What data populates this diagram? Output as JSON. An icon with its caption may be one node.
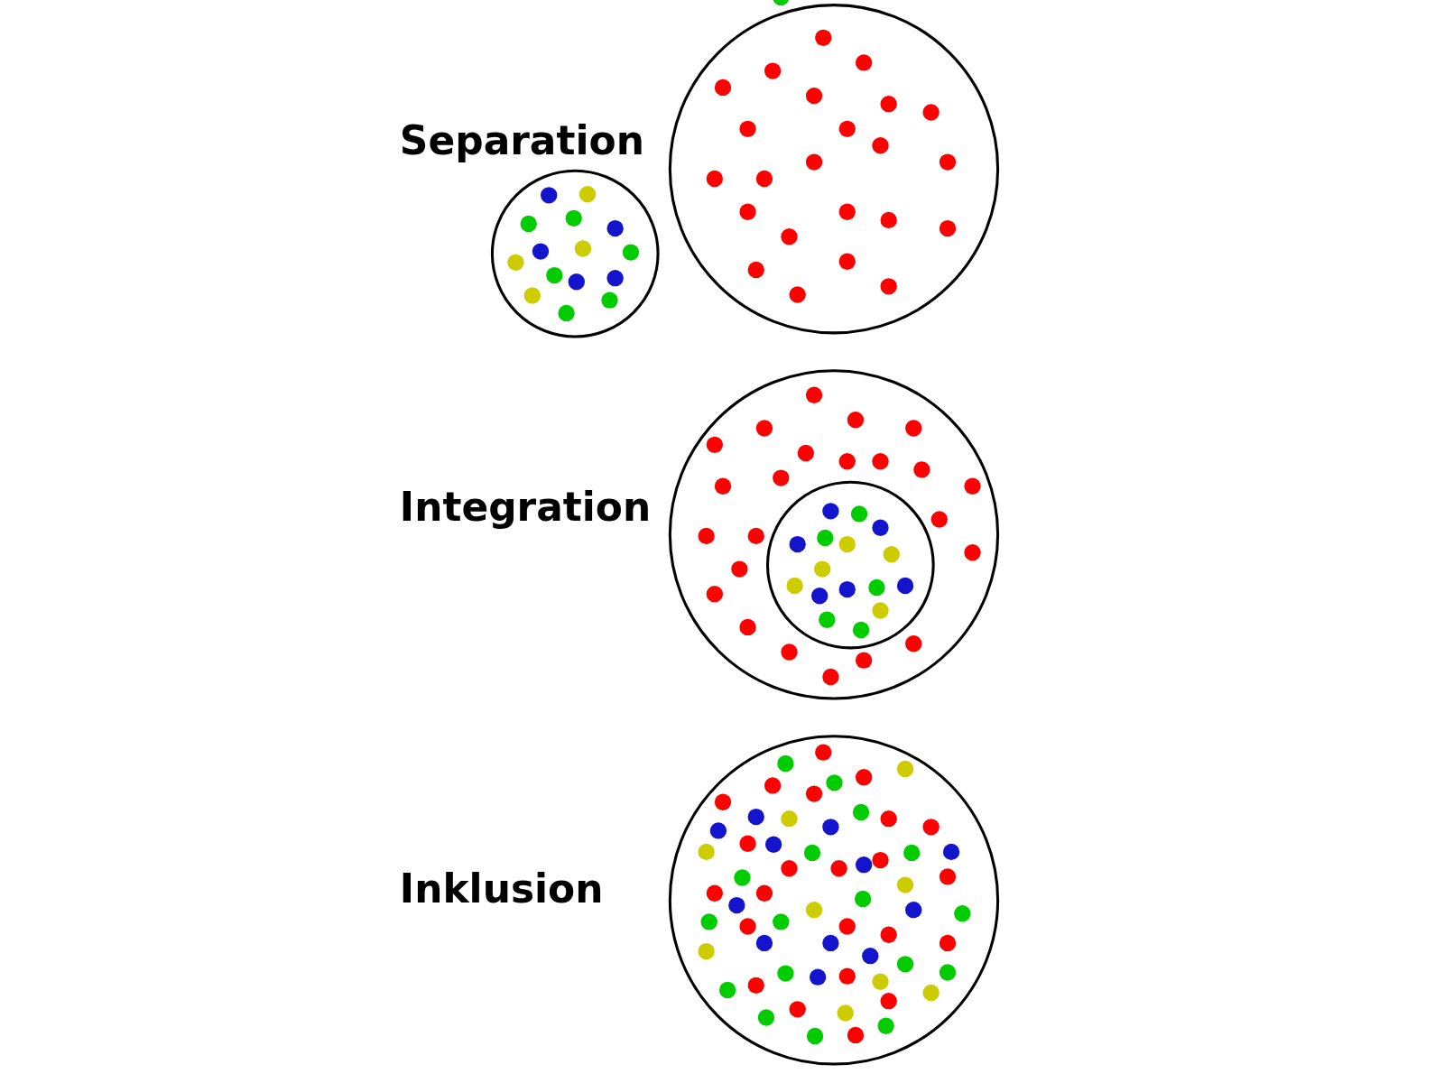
{
  "diagram": {
    "nodes": [
      {
        "text": [],
        "shape": "circle"
      },
      {
        "text": [],
        "shape": "circle"
      },
      {
        "text": [],
        "shape": "circle"
      },
      {
        "text": [],
        "shape": "circle",
        "in": 2
      },
      {
        "text": [],
        "shape": "circle"
      }
    ],
    "labels": [
      "Separation",
      "Integration",
      "Inklusion"
    ]
  }
}
